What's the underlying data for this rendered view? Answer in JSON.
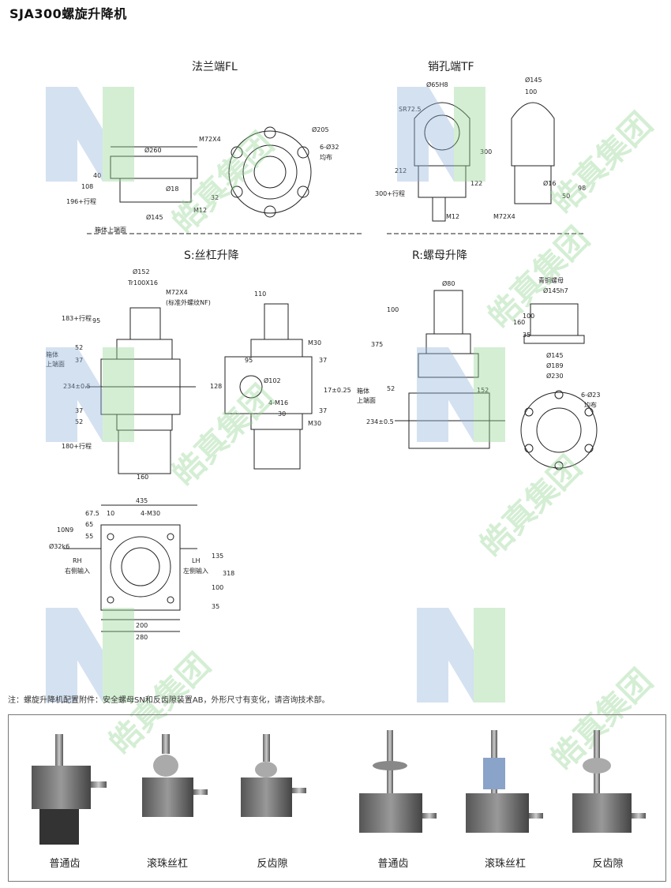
{
  "title": "SJA300螺旋升降机",
  "sections": {
    "fl": "法兰端FL",
    "tf": "销孔端TF",
    "s": "S:丝杠升降",
    "r": "R:螺母升降"
  },
  "dims": {
    "fl": [
      "Ø260",
      "M72X4",
      "Ø205",
      "6-Ø32",
      "均布",
      "40",
      "108",
      "196+行程",
      "Ø145",
      "Ø18",
      "M12",
      "32",
      "箱体上端面"
    ],
    "tf": [
      "Ø65H8",
      "Ø145",
      "100",
      "SR72.5",
      "300",
      "212",
      "122",
      "300+行程",
      "Ø16",
      "50",
      "98",
      "M12",
      "M72X4"
    ],
    "s": [
      "Ø152",
      "Tr100X16",
      "M72X4",
      "(标准外螺纹NF)",
      "110",
      "95",
      "183+行程",
      "箱体",
      "上端面",
      "52",
      "37",
      "234±0.5",
      "37",
      "52",
      "180+行程",
      "160",
      "M30",
      "37",
      "95",
      "128",
      "Ø102",
      "4-M16",
      "30",
      "17±0.25",
      "37",
      "M30"
    ],
    "r": [
      "Ø80",
      "青铜螺母",
      "Ø145h7",
      "100",
      "375",
      "160",
      "100",
      "35",
      "Ø145",
      "Ø189",
      "Ø230",
      "52",
      "箱体",
      "上端面",
      "152",
      "234±0.5",
      "6-Ø23",
      "均布"
    ],
    "bottom": [
      "435",
      "67.5",
      "10",
      "4-M30",
      "65",
      "10N9",
      "55",
      "Ø32k6",
      "RH",
      "右侧输入",
      "LH",
      "左侧输入",
      "135",
      "318",
      "100",
      "35",
      "200",
      "280"
    ]
  },
  "note": "注：螺旋升降机配置附件：安全螺母SN和反齿隙装置AB，外形尺寸有变化，请咨询技术部。",
  "photo_captions": [
    "普通齿",
    "滚珠丝杠",
    "反齿隙",
    "普通齿",
    "滚珠丝杠",
    "反齿隙"
  ],
  "watermark_text": "皓真集团",
  "colors": {
    "line": "#222222",
    "wm_blue": "#8fb3dd",
    "wm_green": "#8fd48f",
    "photo_box": "#555555"
  }
}
